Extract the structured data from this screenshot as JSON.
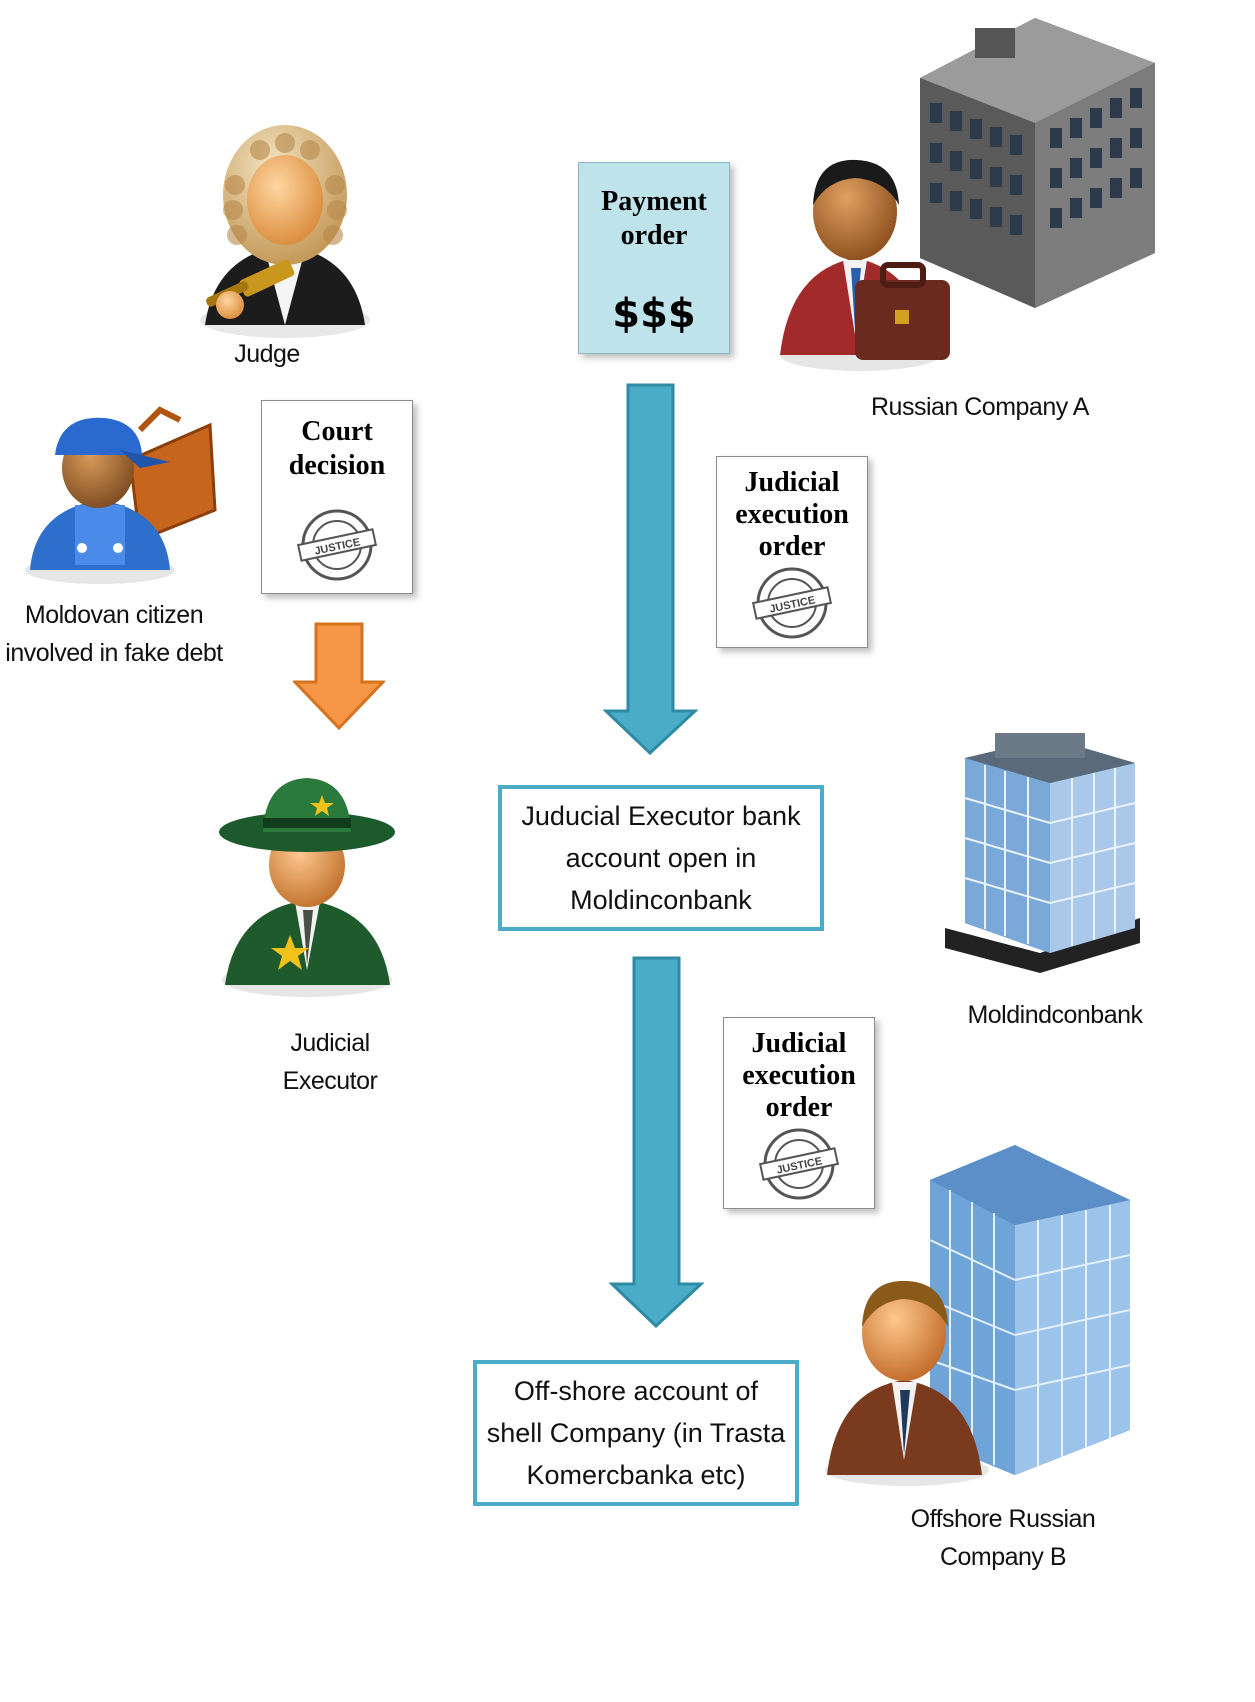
{
  "nodes": {
    "judge": "Judge",
    "citizen": "Moldovan citizen\ninvolved in fake debt",
    "executor": "Judicial\nExecutor",
    "company_a": "Russian Company A",
    "bank": "Moldindconbank",
    "company_b": "Offshore Russian\nCompany B"
  },
  "docs": {
    "court_decision": "Court\ndecision",
    "payment_order": "Payment\norder",
    "payment_amount": "$$$",
    "exec_order_1": "Judicial\nexecution\norder",
    "exec_order_2": "Judicial\nexecution\norder",
    "stamp_text": "JUSTICE"
  },
  "boxes": {
    "executor_account": "Juducial Executor bank\naccount open in\nMoldinconbank",
    "offshore_account": "Off-shore account of\nshell Company (in Trasta\nKomercbanka etc)"
  },
  "colors": {
    "flow_arrow": "#4aacc6",
    "court_arrow": "#f79646",
    "box_border": "#4aacc6",
    "payment_fill": "#bfe3ea"
  }
}
